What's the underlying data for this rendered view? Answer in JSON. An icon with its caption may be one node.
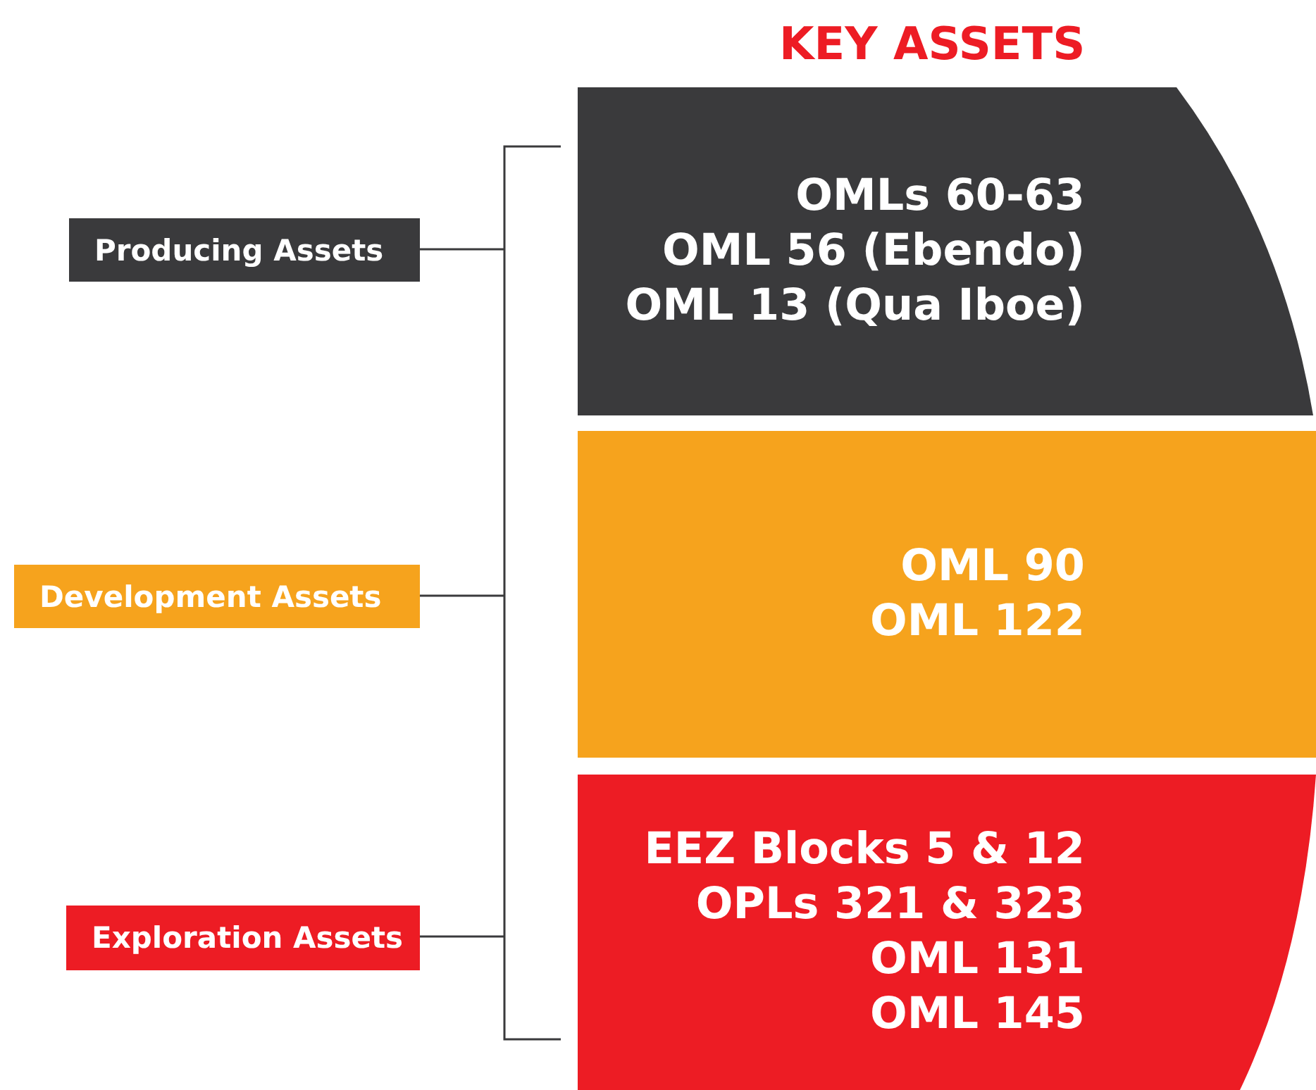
{
  "diagram": {
    "title": "KEY ASSETS",
    "nodes": [
      {
        "text": [
          "Producing Assets"
        ]
      },
      {
        "text": [
          "OMLs 60-63",
          "OML 56 (Ebendo)",
          "OML 13 (Qua Iboe)"
        ]
      },
      {
        "text": [
          "Development Assets"
        ]
      },
      {
        "text": [
          "OML 90",
          "OML 122"
        ]
      },
      {
        "text": [
          "Exploration Assets"
        ]
      },
      {
        "text": [
          "EEZ Blocks 5 & 12",
          "OPLs 321 & 323",
          "OML 131",
          "OML 145"
        ]
      }
    ]
  }
}
